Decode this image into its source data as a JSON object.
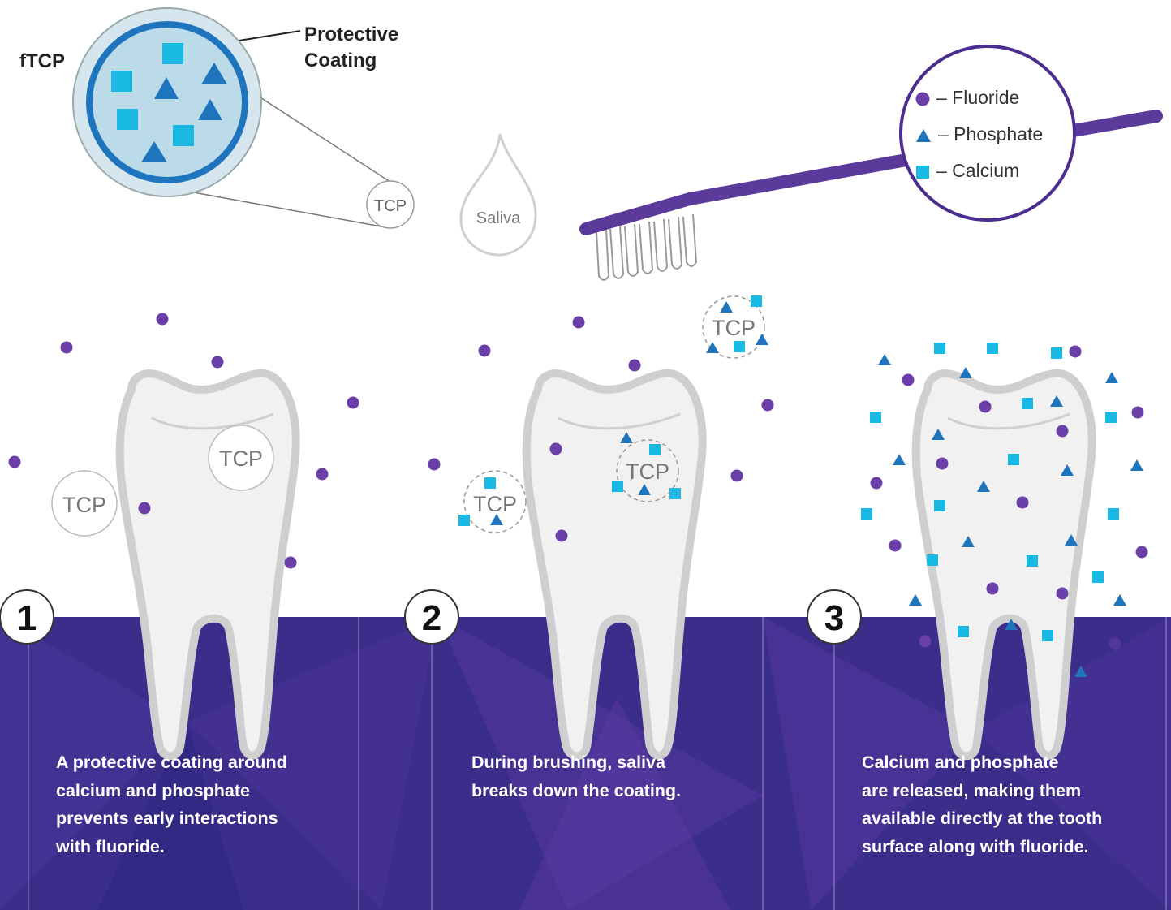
{
  "ftcp": {
    "label": "fTCP",
    "coating_label_line1": "Protective",
    "coating_label_line2": "Coating",
    "zoom_particle_label": "TCP"
  },
  "saliva_label": "Saliva",
  "legend": {
    "items": [
      {
        "symbol": "circle",
        "label": "– Fluoride",
        "color": "#6a40a8"
      },
      {
        "symbol": "triangle",
        "label": "– Phosphate",
        "color": "#1f74be"
      },
      {
        "symbol": "square",
        "label": "– Calcium",
        "color": "#1ab9e4"
      }
    ]
  },
  "steps": [
    {
      "number": "1",
      "particle_label": "TCP",
      "lines": [
        "A protective coating around",
        "calcium and  phosphate",
        "prevents early interactions",
        "with fluoride."
      ]
    },
    {
      "number": "2",
      "particle_label": "TCP",
      "lines": [
        "During brushing, saliva",
        "breaks down the coating."
      ]
    },
    {
      "number": "3",
      "particle_label": "",
      "lines": [
        "Calcium and phosphate",
        "are released, making them",
        "available directly at the tooth",
        "surface along with fluoride."
      ]
    }
  ],
  "colors": {
    "purple_dark": "#3b2d8a",
    "purple_mid": "#5a3a9e",
    "fluoride": "#6a40a8",
    "phosphate": "#1f74be",
    "calcium": "#1ab9e4",
    "tooth_fill": "#f1f1f1",
    "tooth_stroke": "#cfcfcf",
    "brush": "#5b3a9b"
  }
}
